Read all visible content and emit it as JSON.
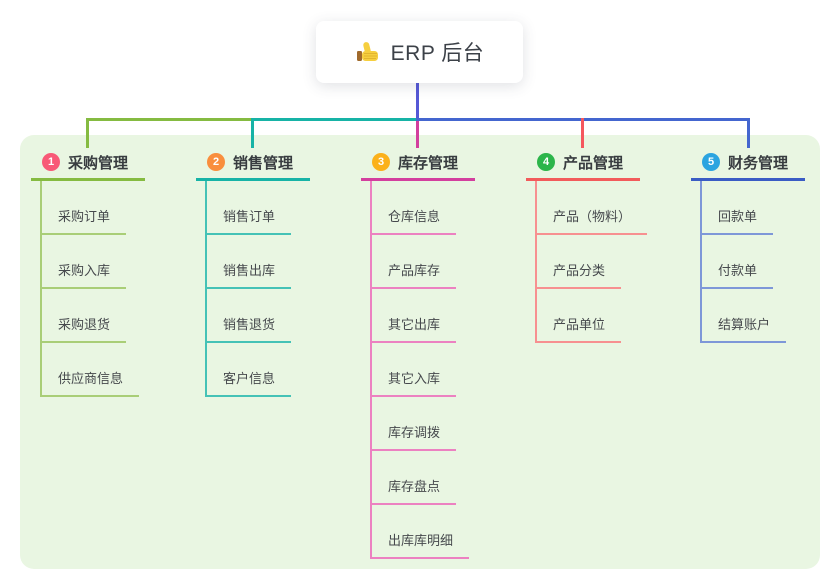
{
  "root": {
    "label": "ERP 后台",
    "icon": "thumbs-up-icon"
  },
  "branches": [
    {
      "number": "1",
      "label": "采购管理",
      "badge_color": "#f85977",
      "line_color": "#85bb41",
      "children": [
        "采购订单",
        "采购入库",
        "采购退货",
        "供应商信息"
      ]
    },
    {
      "number": "2",
      "label": "销售管理",
      "badge_color": "#f98e3d",
      "line_color": "#17b3a6",
      "children": [
        "销售订单",
        "销售出库",
        "销售退货",
        "客户信息"
      ]
    },
    {
      "number": "3",
      "label": "库存管理",
      "badge_color": "#fbb11b",
      "line_color": "#d33f9e",
      "children": [
        "仓库信息",
        "产品库存",
        "其它出库",
        "其它入库",
        "库存调拨",
        "库存盘点",
        "出库库明细"
      ]
    },
    {
      "number": "4",
      "label": "产品管理",
      "badge_color": "#2cb54a",
      "line_color": "#f25b5b",
      "children": [
        "产品（物料）",
        "产品分类",
        "产品单位"
      ]
    },
    {
      "number": "5",
      "label": "财务管理",
      "badge_color": "#2ba4e0",
      "line_color": "#3a5cc4",
      "children": [
        "回款单",
        "付款单",
        "结算账户"
      ]
    }
  ],
  "colors": {
    "panel_background": "#e9f6e2",
    "root_line": "#5558d6",
    "right_bus": "#4466cf",
    "text_dark": "#3c4148"
  }
}
